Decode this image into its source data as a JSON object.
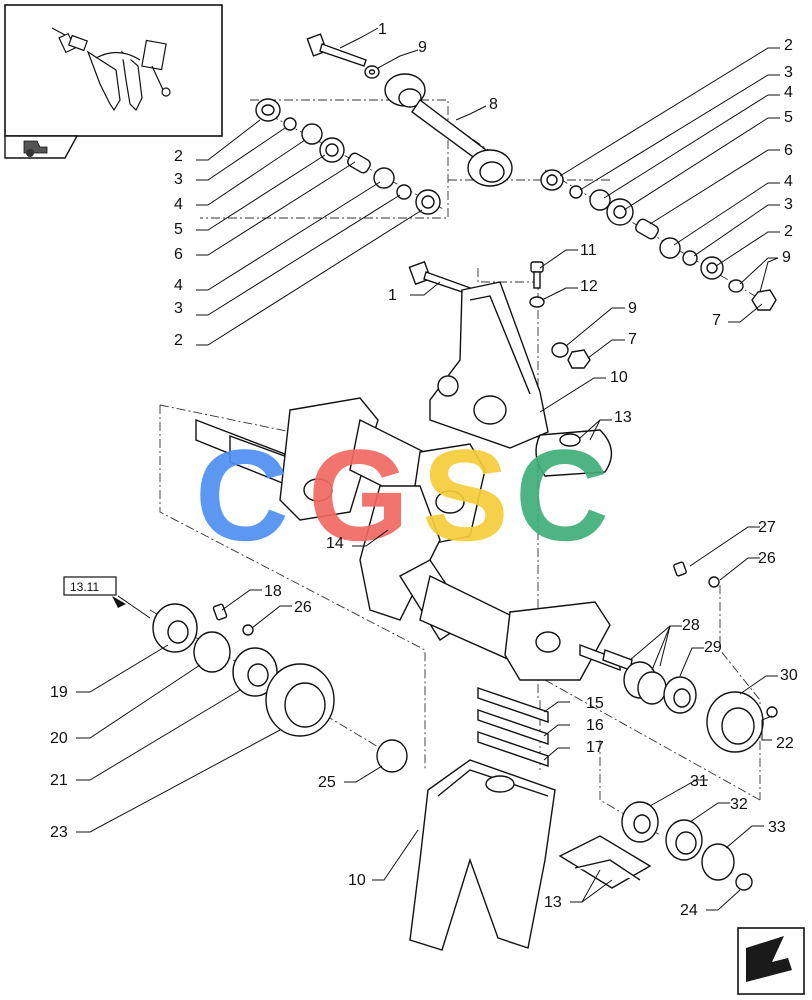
{
  "reference_box": "13.11",
  "watermark": [
    "C",
    "G",
    "S",
    "C"
  ],
  "watermark_colors": [
    "#4f8ff0",
    "#f06a62",
    "#f6cd3a",
    "#3fae7a"
  ],
  "icons": [
    "thumbnail-assembly-icon",
    "tractor-symbol-icon",
    "next-page-arrow-icon"
  ],
  "callouts": [
    {
      "id": "c1",
      "text": "1"
    },
    {
      "id": "c2",
      "text": "9"
    },
    {
      "id": "c3",
      "text": "8"
    },
    {
      "id": "c4",
      "text": "2"
    },
    {
      "id": "c5",
      "text": "3"
    },
    {
      "id": "c6",
      "text": "4"
    },
    {
      "id": "c7",
      "text": "5"
    },
    {
      "id": "c8",
      "text": "6"
    },
    {
      "id": "c9",
      "text": "4"
    },
    {
      "id": "c10",
      "text": "3"
    },
    {
      "id": "c11",
      "text": "2"
    },
    {
      "id": "c12",
      "text": "2"
    },
    {
      "id": "c13",
      "text": "3"
    },
    {
      "id": "c14",
      "text": "4"
    },
    {
      "id": "c15",
      "text": "5"
    },
    {
      "id": "c16",
      "text": "6"
    },
    {
      "id": "c17",
      "text": "4"
    },
    {
      "id": "c18",
      "text": "3"
    },
    {
      "id": "c19",
      "text": "2"
    },
    {
      "id": "c20",
      "text": "9"
    },
    {
      "id": "c21",
      "text": "7"
    },
    {
      "id": "c22",
      "text": "11"
    },
    {
      "id": "c23",
      "text": "12"
    },
    {
      "id": "c24",
      "text": "1"
    },
    {
      "id": "c25",
      "text": "9"
    },
    {
      "id": "c26",
      "text": "7"
    },
    {
      "id": "c27",
      "text": "10"
    },
    {
      "id": "c28",
      "text": "13"
    },
    {
      "id": "c29",
      "text": "14"
    },
    {
      "id": "c30",
      "text": "27"
    },
    {
      "id": "c31",
      "text": "26"
    },
    {
      "id": "c32",
      "text": "18"
    },
    {
      "id": "c33",
      "text": "26"
    },
    {
      "id": "c34",
      "text": "19"
    },
    {
      "id": "c35",
      "text": "20"
    },
    {
      "id": "c36",
      "text": "21"
    },
    {
      "id": "c37",
      "text": "23"
    },
    {
      "id": "c38",
      "text": "25"
    },
    {
      "id": "c39",
      "text": "28"
    },
    {
      "id": "c40",
      "text": "29"
    },
    {
      "id": "c41",
      "text": "30"
    },
    {
      "id": "c42",
      "text": "22"
    },
    {
      "id": "c43",
      "text": "15"
    },
    {
      "id": "c44",
      "text": "16"
    },
    {
      "id": "c45",
      "text": "17"
    },
    {
      "id": "c46",
      "text": "31"
    },
    {
      "id": "c47",
      "text": "32"
    },
    {
      "id": "c48",
      "text": "33"
    },
    {
      "id": "c49",
      "text": "24"
    },
    {
      "id": "c50",
      "text": "10"
    },
    {
      "id": "c51",
      "text": "13"
    }
  ]
}
